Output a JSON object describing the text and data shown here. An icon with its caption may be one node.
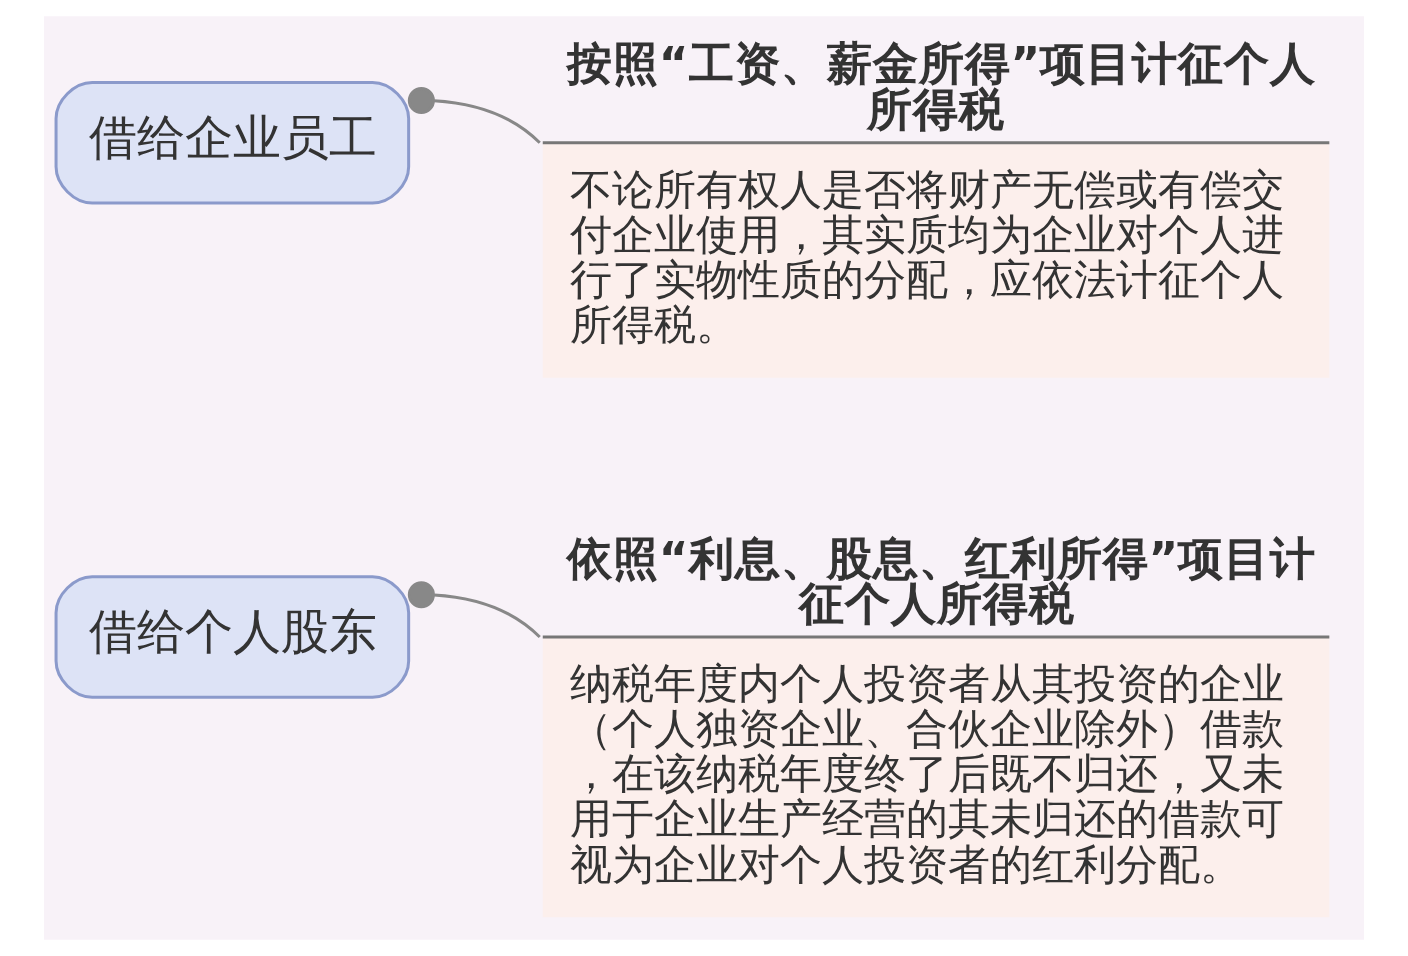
{
  "diagram": {
    "nodes": [
      {
        "text": [
          "借给个人股东"
        ]
      },
      {
        "text": [
          "依照“利息、股息、红利所得”项目计征个人所得税",
          "纳税年度内个人投资者从其投资的企业（个人独资企业、合伙企业除外）借款，在该纳税年度终了后既不归还，又未用于企业生产经营的其未归还的借款可视为企业对个人投资者的红利分配。"
        ]
      },
      {
        "text": [
          "借给企业员工"
        ]
      },
      {
        "text": [
          "按照“工资、薪金所得”项目计征个人所得税",
          "不论所有权人是否将财产无偿或有偿交付企业使用，其实质均为企业对个人进行了实物性质的分配，应依法计征个人所得税。"
        ]
      }
    ],
    "edges": [
      {
        "from": 0,
        "to": 1,
        "arrow": "other"
      },
      {
        "from": 2,
        "to": 3,
        "arrow": "other"
      }
    ]
  }
}
